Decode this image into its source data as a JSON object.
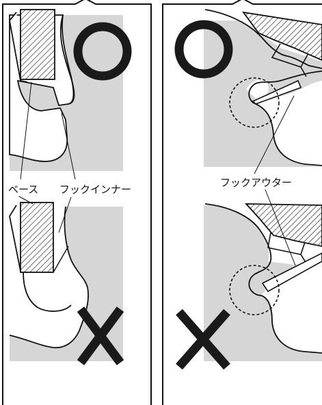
{
  "labels": {
    "base": "ベース",
    "hook_inner": "フックインナー",
    "hook_outer": "フックアウター"
  },
  "marks": {
    "correct": "O",
    "incorrect": "X"
  },
  "colors": {
    "line": "#111111",
    "gray_fill": "#d6d6d6",
    "mark": "#1a1a1a"
  }
}
